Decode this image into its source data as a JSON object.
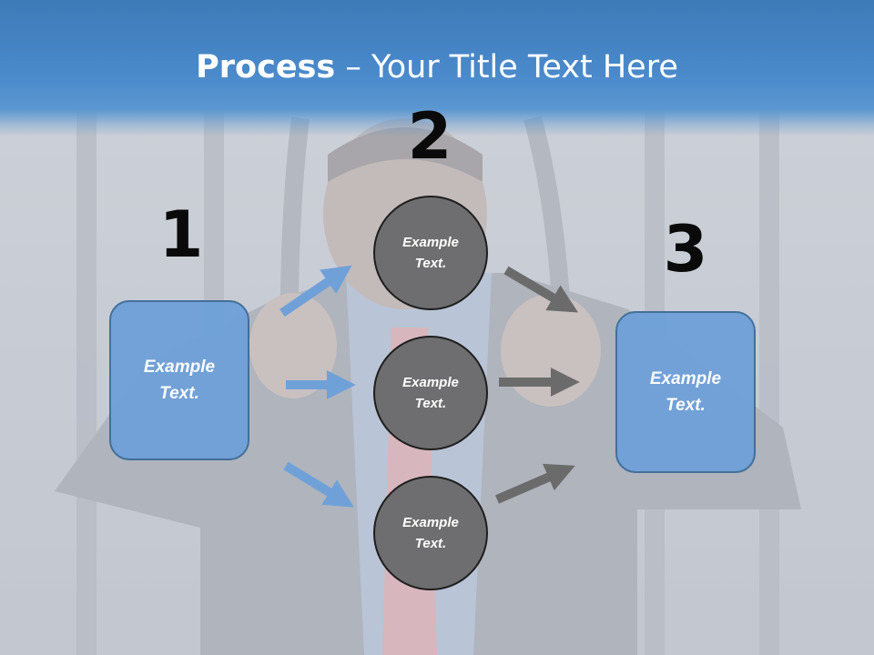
{
  "header": {
    "title_bold": "Process",
    "title_rest": " – Your Title Text Here"
  },
  "steps": {
    "one": "1",
    "two": "2",
    "three": "3"
  },
  "boxes": {
    "left": "Example Text.",
    "right": "Example Text."
  },
  "circles": [
    {
      "label": "Example Text."
    },
    {
      "label": "Example Text."
    },
    {
      "label": "Example Text."
    }
  ],
  "colors": {
    "header_blue": "#4a8acb",
    "box_fill": "#6fa1d8",
    "box_border": "#3f6d99",
    "circle_fill": "#6e6e70",
    "blue_arrow": "#6fa1d8",
    "gray_arrow": "#6b6b6b"
  }
}
